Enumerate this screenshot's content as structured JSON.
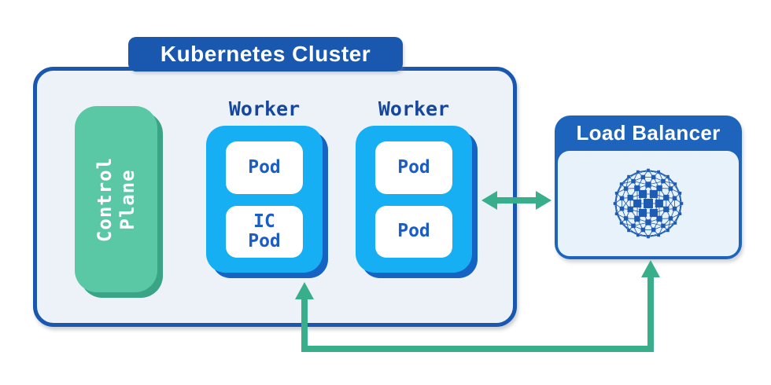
{
  "page": {
    "background": "#ffffff"
  },
  "colors": {
    "page_bg": "#ffffff",
    "blue_border": "#1a57ae",
    "lb_blue": "#1e64bc",
    "cyan": "#17aff4",
    "cyan_shadow": "#1563c2",
    "cluster_fill": "#edf2f9",
    "lb_body_fill": "#e8f2fb",
    "control_green": "#5ac7a5",
    "control_green_shadow": "#3aa487",
    "green": "#38ae8a",
    "worker_label_text": "#17479d",
    "pod_text": "#1a5dc4",
    "mesh_blue": "#1e5cb3"
  },
  "cluster": {
    "title": "Kubernetes Cluster",
    "control_plane": {
      "label": "Control\nPlane"
    },
    "workers": [
      {
        "label": "Worker",
        "pods": [
          {
            "label": "Pod"
          },
          {
            "label": "IC\nPod"
          }
        ]
      },
      {
        "label": "Worker",
        "pods": [
          {
            "label": "Pod"
          },
          {
            "label": "Pod"
          }
        ]
      }
    ]
  },
  "load_balancer": {
    "title": "Load Balancer",
    "icon": "network-sphere-icon"
  },
  "arrows": [
    {
      "name": "cluster-loadbalancer-bidirectional-arrow",
      "type": "double-headed-horizontal"
    },
    {
      "name": "loadbalancer-worker-route-arrow",
      "type": "double-headed-routed-bottom"
    }
  ]
}
